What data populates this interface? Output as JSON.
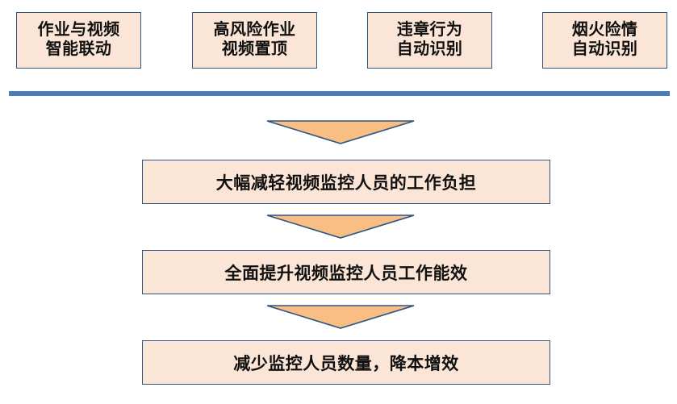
{
  "palette": {
    "box_fill": "#FBE5D6",
    "box_border": "#2F5580",
    "divider_blue": "#4A7EBB",
    "arrow_fill": "#F8BE84",
    "arrow_border": "#2F5580",
    "text": "#101010"
  },
  "features": {
    "items": [
      {
        "line1": "作业与视频",
        "line2": "智能联动"
      },
      {
        "line1": "高风险作业",
        "line2": "视频置顶"
      },
      {
        "line1": "违章行为",
        "line2": "自动识别"
      },
      {
        "line1": "烟火险情",
        "line2": "自动识别"
      }
    ]
  },
  "outcomes": {
    "items": [
      {
        "label": "大幅减轻视频监控人员的工作负担"
      },
      {
        "label": "全面提升视频监控人员工作能效"
      },
      {
        "label": "减少监控人员数量，降本增效"
      }
    ]
  },
  "arrows": {
    "items": [
      {
        "direction": "down"
      },
      {
        "direction": "down"
      },
      {
        "direction": "down"
      }
    ]
  }
}
